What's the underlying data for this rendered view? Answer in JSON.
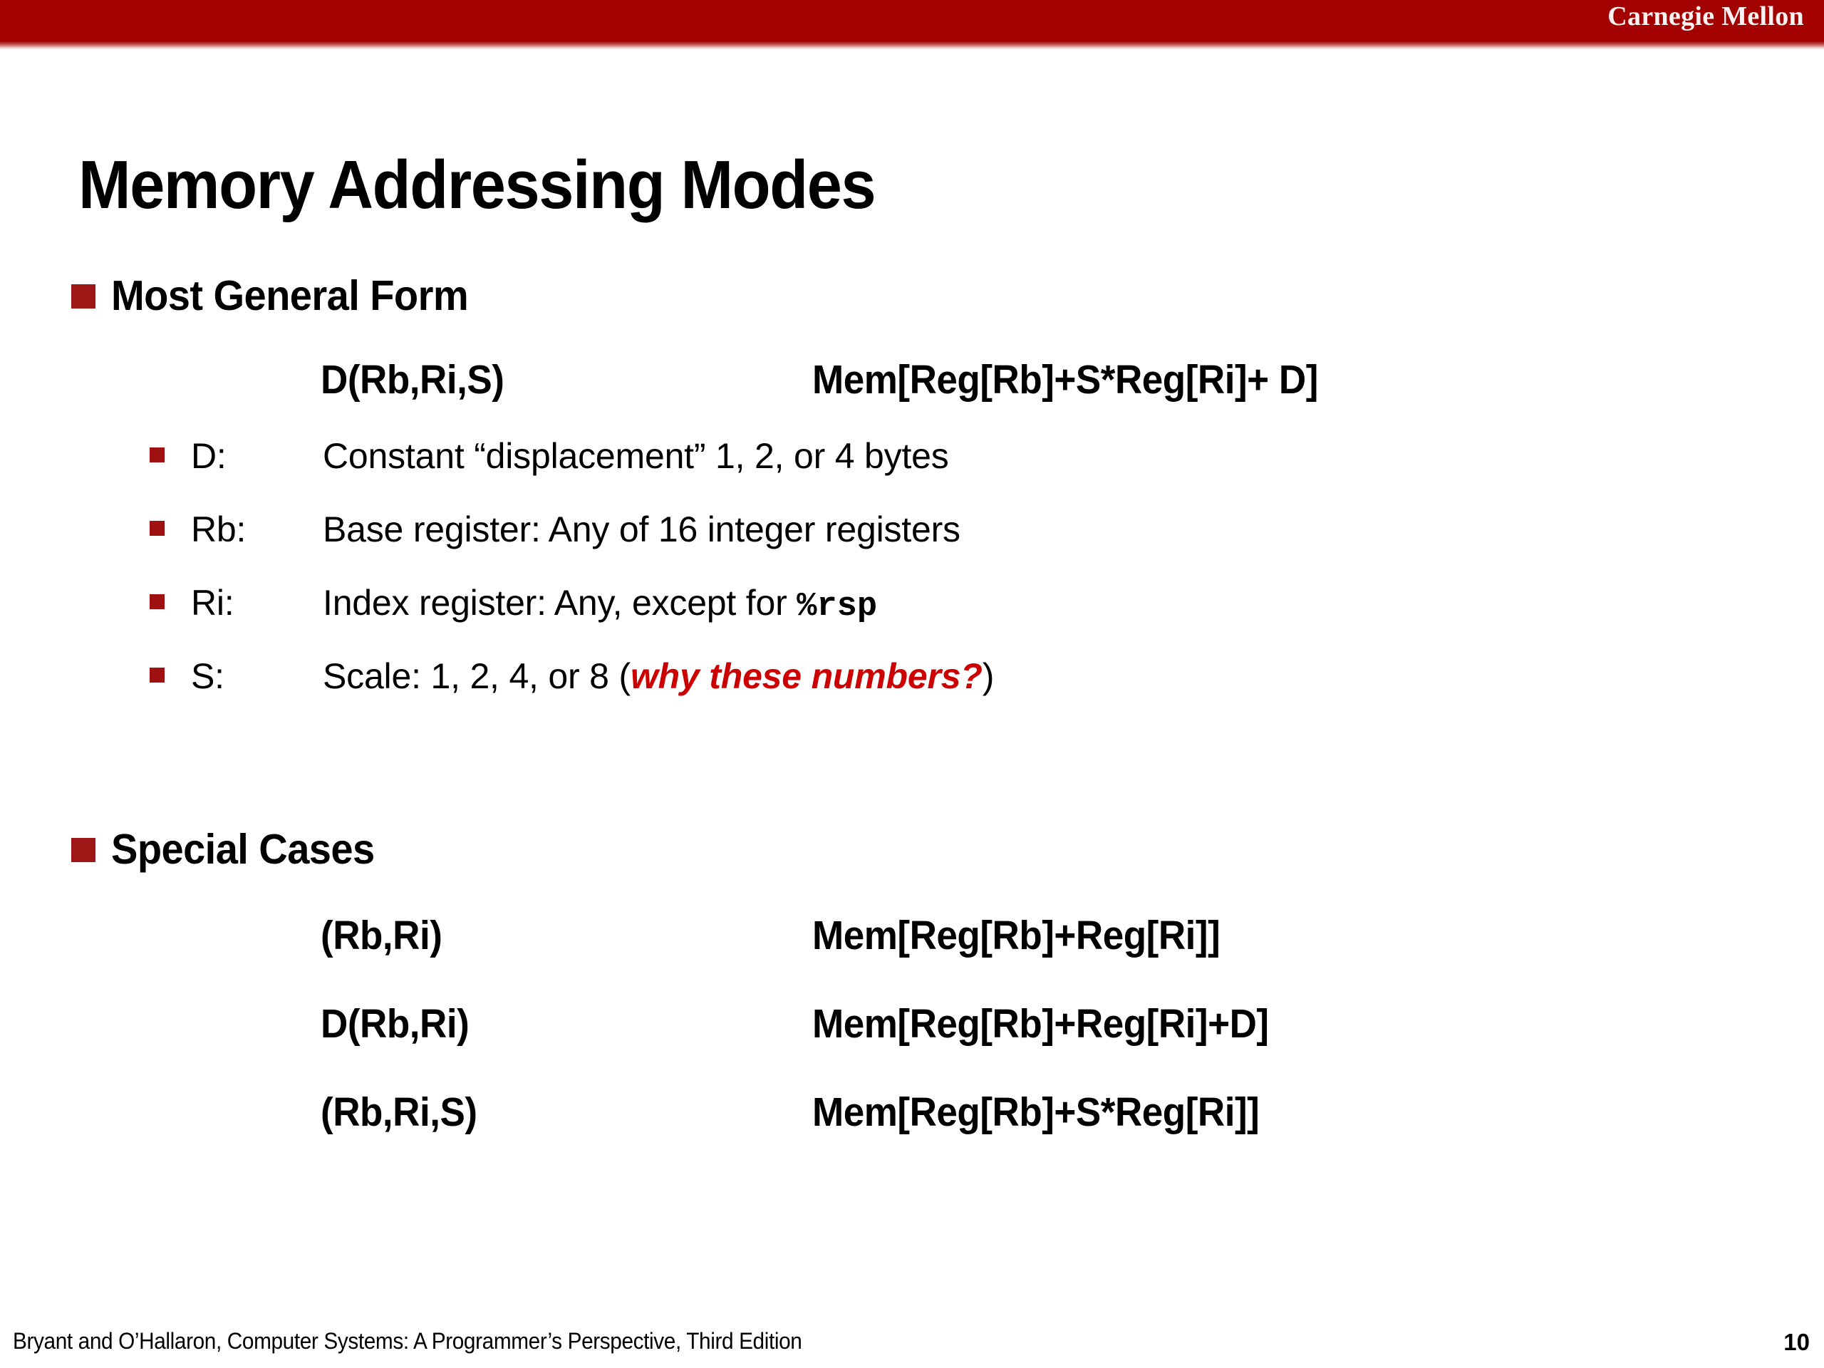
{
  "theme": {
    "header_bar_color": "#A30000",
    "bullet_color": "#9E1616",
    "sub_bullet_color": "#A01212",
    "accent_red_text": "#CC0000",
    "background": "#FFFFFF",
    "text_color": "#000000"
  },
  "header": {
    "brand": "Carnegie Mellon"
  },
  "title": "Memory Addressing Modes",
  "sections": [
    {
      "heading": "Most General Form",
      "form": {
        "syntax": "D(Rb,Ri,S)",
        "meaning": "Mem[Reg[Rb]+S*Reg[Ri]+ D]"
      },
      "items": [
        {
          "label": "D:",
          "desc": "Constant “displacement” 1, 2, or 4 bytes"
        },
        {
          "label": "Rb:",
          "desc": "Base register: Any of 16 integer registers"
        },
        {
          "label": "Ri:",
          "desc_prefix": "Index register: Any, except for ",
          "desc_code": "%rsp",
          "desc_suffix": ""
        },
        {
          "label": "S:",
          "desc_prefix": "Scale: 1, 2, 4, or 8 (",
          "desc_emphasis": "why these numbers?",
          "desc_suffix": ")"
        }
      ]
    },
    {
      "heading": "Special Cases",
      "cases": [
        {
          "syntax": "(Rb,Ri)",
          "meaning": "Mem[Reg[Rb]+Reg[Ri]]"
        },
        {
          "syntax": "D(Rb,Ri)",
          "meaning": "Mem[Reg[Rb]+Reg[Ri]+D]"
        },
        {
          "syntax": "(Rb,Ri,S)",
          "meaning": "Mem[Reg[Rb]+S*Reg[Ri]]"
        }
      ]
    }
  ],
  "footer": {
    "citation": "Bryant and O’Hallaron, Computer Systems: A Programmer’s Perspective, Third Edition",
    "page_number": "10"
  }
}
